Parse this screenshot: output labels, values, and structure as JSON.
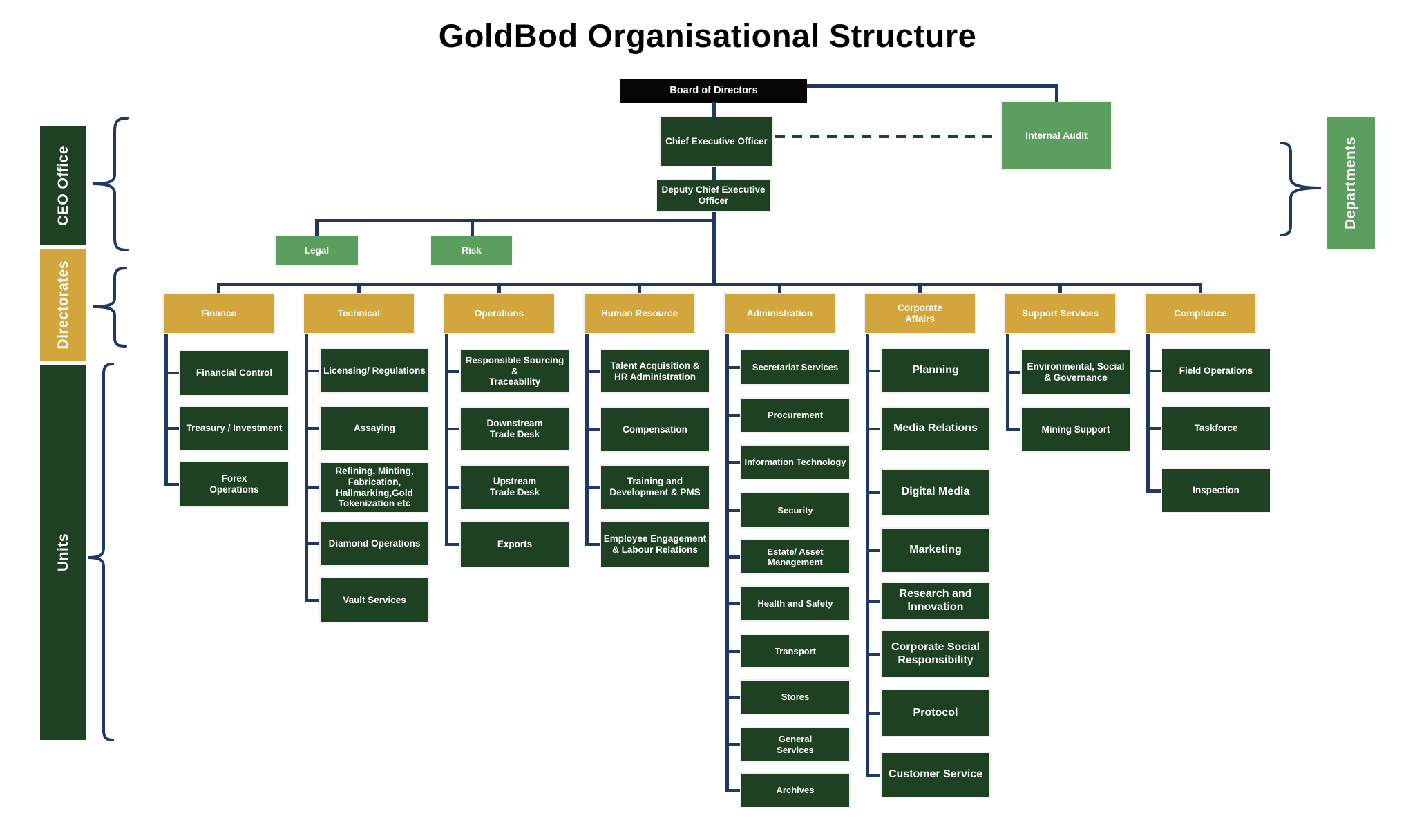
{
  "title": "GoldBod Organisational Structure",
  "colors": {
    "navy": "#1f3864",
    "dark_green": "#1e4023",
    "gold": "#d2a63c",
    "green": "#5b9e5d",
    "board_black": "#060606",
    "text_white": "#ffffff",
    "title_black": "#000000"
  },
  "side_labels": {
    "ceo_office": "CEO Office",
    "directorates": "Directorates",
    "units": "Units",
    "departments": "Departments"
  },
  "executive": {
    "board": "Board of Directors",
    "ceo": "Chief Executive Officer",
    "deputy": "Deputy Chief Executive\nOfficer",
    "internal_audit": "Internal Audit",
    "legal": "Legal",
    "risk": "Risk"
  },
  "directorates": [
    {
      "label": "Finance",
      "units": [
        "Financial Control",
        "Treasury / Investment",
        "Forex\nOperations"
      ]
    },
    {
      "label": "Technical",
      "units": [
        "Licensing/ Regulations",
        "Assaying",
        "Refining, Minting,\nFabrication,\nHallmarking,Gold\nTokenization etc",
        "Diamond Operations",
        "Vault Services"
      ]
    },
    {
      "label": "Operations",
      "units": [
        "Responsible Sourcing &\nTraceability",
        "Downstream\nTrade Desk",
        "Upstream\nTrade Desk",
        "Exports"
      ]
    },
    {
      "label": "Human  Resource",
      "units": [
        "Talent  Acquisition &\nHR Administration",
        "Compensation",
        "Training and\nDevelopment & PMS",
        "Employee Engagement\n& Labour Relations"
      ]
    },
    {
      "label": "Administration",
      "units": [
        "Secretariat Services",
        "Procurement",
        "Information Technology",
        "Security",
        "Estate/ Asset\nManagement",
        "Health and  Safety",
        "Transport",
        "Stores",
        "General\nServices",
        "Archives"
      ]
    },
    {
      "label": "Corporate\nAffairs",
      "units": [
        "Planning",
        "Media Relations",
        "Digital Media",
        "Marketing",
        "Research and\nInnovation",
        "Corporate Social\nResponsibility",
        "Protocol",
        "Customer Service"
      ]
    },
    {
      "label": "Support  Services",
      "units": [
        "Environmental, Social\n& Governance",
        "Mining  Support"
      ]
    },
    {
      "label": "Compliance",
      "units": [
        "Field Operations",
        "Taskforce",
        "Inspection"
      ]
    }
  ]
}
